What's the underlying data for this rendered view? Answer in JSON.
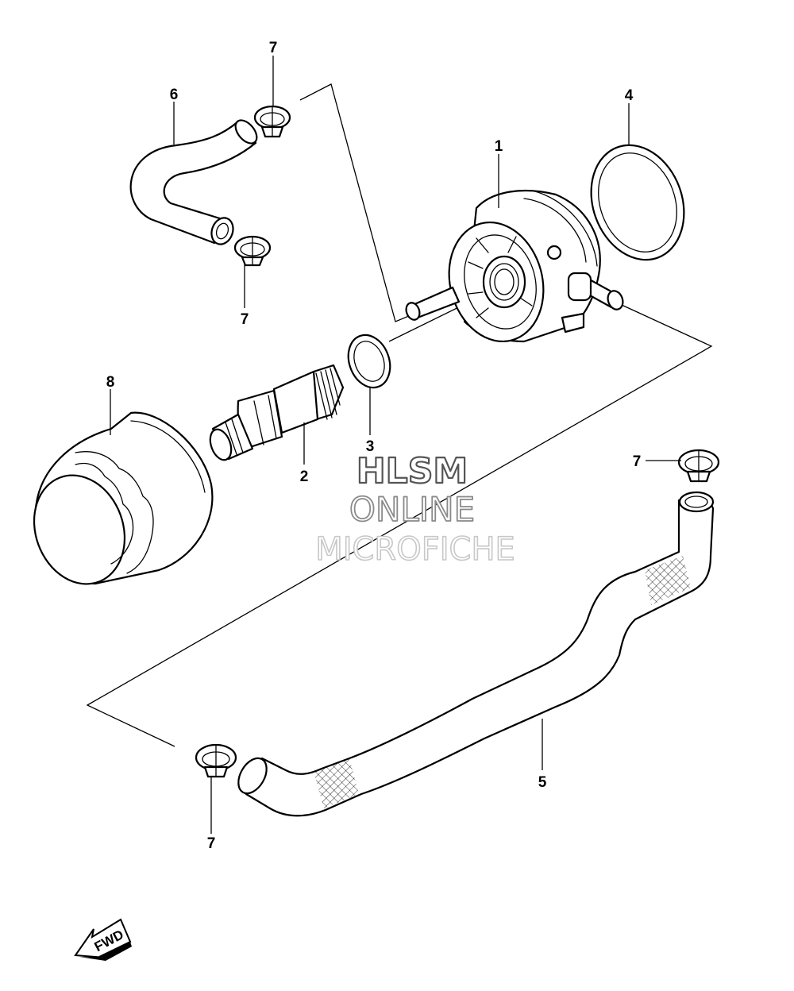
{
  "callouts": {
    "c1": "1",
    "c2": "2",
    "c3": "3",
    "c4": "4",
    "c5": "5",
    "c6": "6",
    "c7a": "7",
    "c7b": "7",
    "c7c": "7",
    "c7d": "7",
    "c8": "8"
  },
  "watermark": {
    "line1": "HLSM",
    "line2": "ONLINE",
    "line3": "MICROFICHE"
  },
  "fwd_arrow": {
    "label": "FWD",
    "icon": "forward-arrow-icon"
  },
  "colors": {
    "line": "#000000",
    "background": "#ffffff",
    "watermark_dark": "#555555",
    "watermark_mid": "#8a8a8a",
    "watermark_light": "#c8c8c8"
  }
}
